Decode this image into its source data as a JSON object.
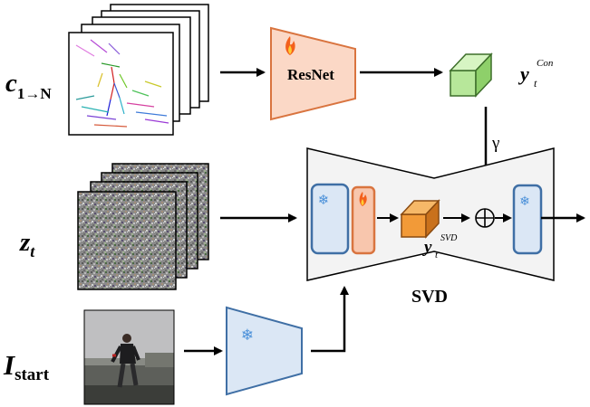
{
  "inputs": {
    "c": {
      "symbol": "c",
      "subscript": "1→N"
    },
    "z": {
      "symbol": "z",
      "subscript": "t"
    },
    "i": {
      "symbol": "I",
      "subscript": "start"
    }
  },
  "resnet": {
    "label": "ResNet",
    "trainable_icon": "fire-icon"
  },
  "y_con": {
    "symbol": "y",
    "subscript": "t",
    "superscript": "Con"
  },
  "y_svd": {
    "symbol": "y",
    "subscript": "t",
    "superscript": "SVD"
  },
  "gamma": {
    "label": "γ"
  },
  "svd": {
    "label": "SVD"
  },
  "oplus": {
    "label": "⊕"
  },
  "icons": {
    "frozen": "snowflake-icon",
    "trainable": "fire-icon"
  },
  "colors": {
    "resnet_fill": "#fbd8c6",
    "resnet_stroke": "#d9743f",
    "frozen_fill": "#dbe7f5",
    "frozen_stroke": "#3f6fa5",
    "svd_fill": "#f3f3f3",
    "cube_green": "#b7e79a",
    "cube_orange": "#f29a38"
  }
}
